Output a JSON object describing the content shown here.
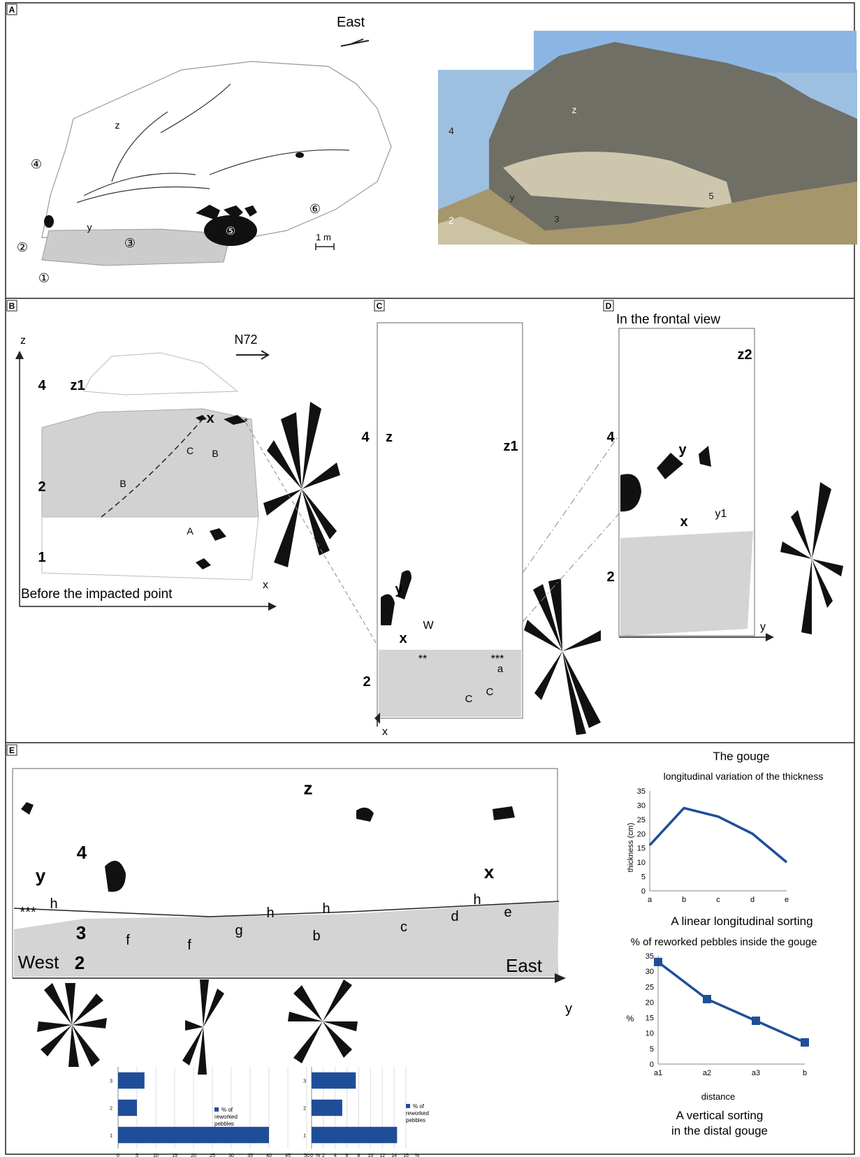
{
  "panels": {
    "a": {
      "letter": "A",
      "direction": "East",
      "scale": "1 m",
      "units": [
        "①",
        "②",
        "③",
        "④",
        "⑤",
        "⑥"
      ],
      "zones": [
        "z",
        "y"
      ],
      "photo_labels": [
        "z",
        "4",
        "y",
        "2",
        "3",
        "5"
      ]
    },
    "b": {
      "letter": "B",
      "axis_z": "z",
      "axis_x": "x",
      "orientation": "N72",
      "caption": "Before the impacted point",
      "labels": [
        "4",
        "z1",
        "x",
        "*",
        "C",
        "B",
        "B",
        "2",
        "A",
        "1"
      ]
    },
    "c": {
      "letter": "C",
      "axis_x": "x",
      "labels": [
        "4",
        "z",
        "z1",
        "y",
        "x",
        "W",
        "**",
        "***",
        "a",
        "2",
        "C",
        "C"
      ]
    },
    "d": {
      "letter": "D",
      "title": "In the frontal view",
      "axis_y": "y",
      "labels": [
        "z2",
        "4",
        "y",
        "y1",
        "x",
        "2"
      ]
    },
    "e": {
      "letter": "E",
      "west": "West",
      "east": "East",
      "axis_y": "y",
      "labels": [
        "z",
        "4",
        "y",
        "x",
        "***",
        "h",
        "h",
        "h",
        "h",
        "3",
        "2",
        "f",
        "f",
        "g",
        "b",
        "c",
        "d",
        "e"
      ],
      "legend": [
        "% of",
        "reworked",
        "pebbles"
      ]
    }
  },
  "chart_data": [
    {
      "type": "line",
      "title": "The gouge",
      "subtitle": "longitudinal variation of the thickness",
      "xlabel": "",
      "ylabel": "thickness (cm)",
      "categories": [
        "a",
        "b",
        "c",
        "d",
        "e"
      ],
      "values": [
        16,
        29,
        26,
        20,
        10
      ],
      "ylim": [
        0,
        35
      ],
      "yticks": [
        0,
        5,
        10,
        15,
        20,
        25,
        30,
        35
      ],
      "color": "#1f4e99",
      "markers": false,
      "caption": "A linear longitudinal sorting"
    },
    {
      "type": "line",
      "title": "% of reworked pebbles inside the gouge",
      "xlabel": "distance",
      "ylabel": "%",
      "categories": [
        "a1",
        "a2",
        "a3",
        "b"
      ],
      "values": [
        33,
        21,
        14,
        7
      ],
      "ylim": [
        0,
        35
      ],
      "yticks": [
        0,
        5,
        10,
        15,
        20,
        25,
        30,
        35
      ],
      "color": "#1f4e99",
      "markers": true,
      "caption": "A vertical sorting in the distal gouge"
    },
    {
      "type": "bar",
      "orientation": "horizontal",
      "categories": [
        "1",
        "2",
        "3"
      ],
      "values": [
        40,
        5,
        7
      ],
      "xlim": [
        0,
        50
      ],
      "xticks": [
        0,
        5,
        10,
        15,
        20,
        25,
        30,
        35,
        40,
        45,
        50
      ],
      "unit": "%",
      "legend": "% of reworked pebbles",
      "color": "#1f4e99"
    },
    {
      "type": "bar",
      "orientation": "horizontal",
      "categories": [
        "1",
        "2",
        "3"
      ],
      "values": [
        14.5,
        5.2,
        7.5
      ],
      "xlim": [
        0,
        16
      ],
      "xticks": [
        0,
        2,
        4,
        6,
        8,
        10,
        12,
        14,
        16
      ],
      "unit": "%",
      "legend": "% of reworked pebbles",
      "color": "#1f4e99"
    }
  ]
}
